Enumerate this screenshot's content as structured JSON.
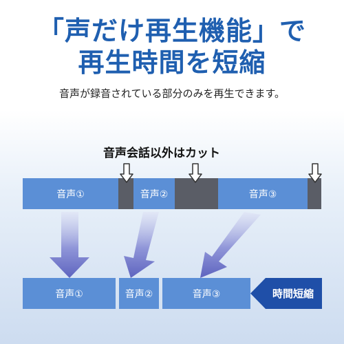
{
  "header": {
    "title_line1": "「声だけ再生機能」で",
    "title_line2": "再生時間を短縮",
    "subtitle": "音声が録音されている部分のみを再生できます。"
  },
  "diagram": {
    "cut_label": "音声会話以外はカット",
    "top_segments": [
      {
        "type": "voice",
        "label": "音声①"
      },
      {
        "type": "cut",
        "label": ""
      },
      {
        "type": "voice",
        "label": "音声②"
      },
      {
        "type": "cut",
        "label": ""
      },
      {
        "type": "voice",
        "label": "音声③"
      },
      {
        "type": "cut",
        "label": ""
      }
    ],
    "bottom_segments": [
      {
        "label": "音声①"
      },
      {
        "label": "音声②"
      },
      {
        "label": "音声③"
      }
    ],
    "shorten_label": "時間短縮"
  },
  "colors": {
    "title": "#1f5fb0",
    "voice_segment": "#5b8fd6",
    "cut_segment": "#5a5d66",
    "badge": "#1f4fa8",
    "arrow": "#6f76c8"
  },
  "icons": [
    "down-arrow-icon",
    "flow-arrow-icon"
  ]
}
